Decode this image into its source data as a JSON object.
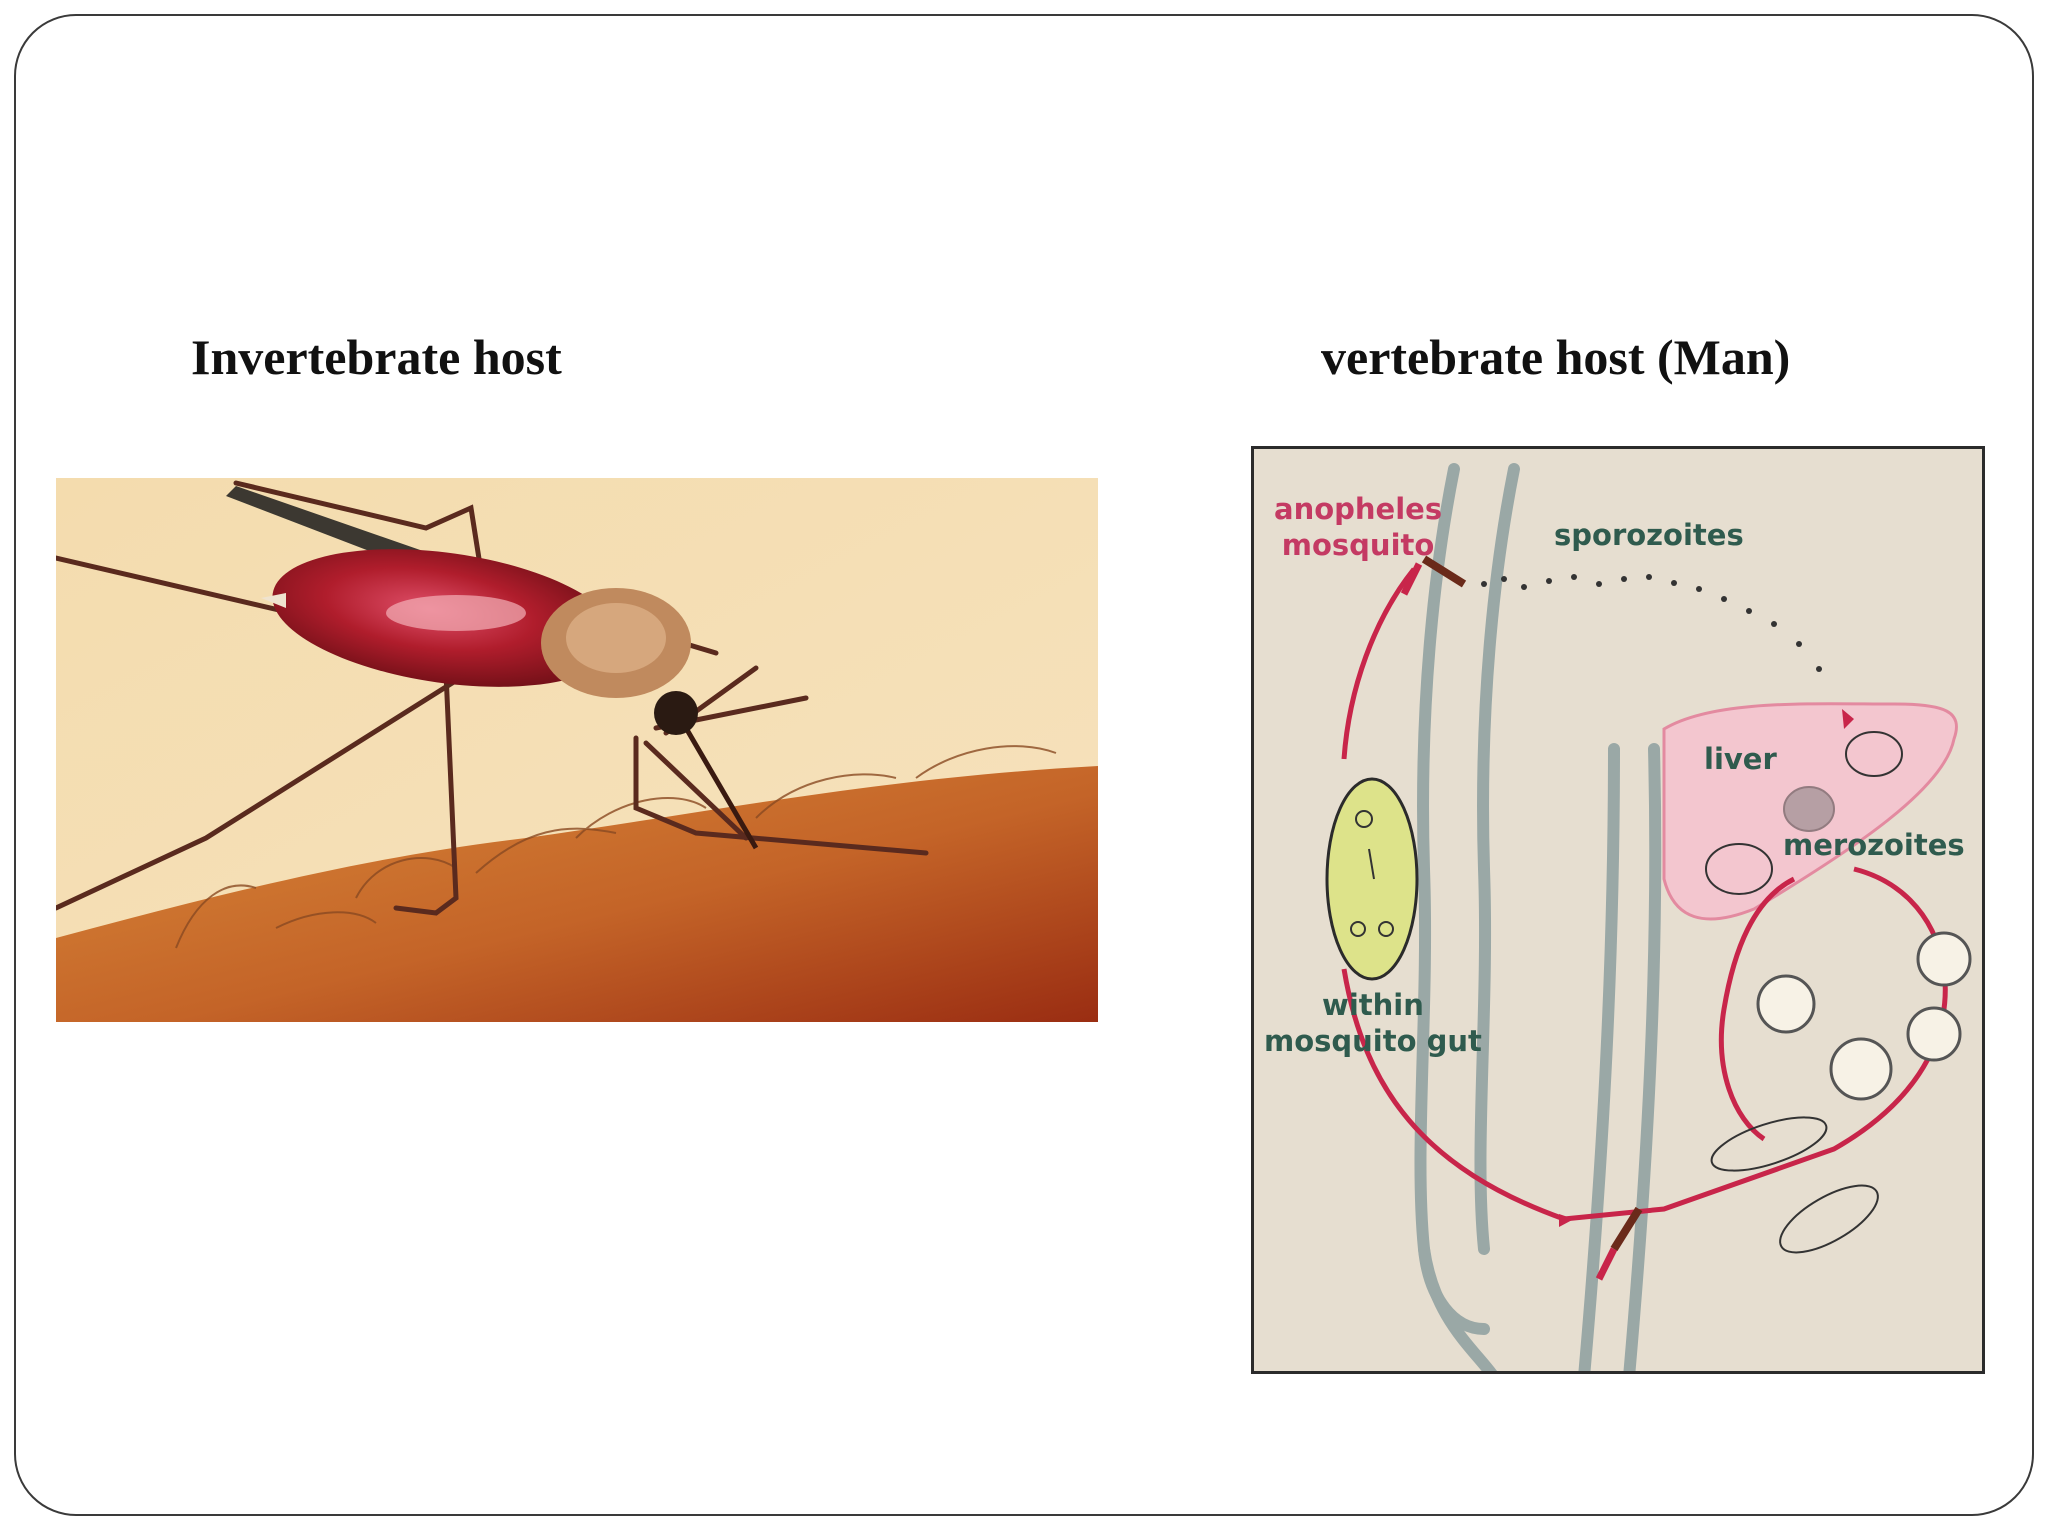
{
  "slide": {
    "left_heading": "Invertebrate host",
    "right_heading": "vertebrate host (Man)"
  },
  "photo": {
    "subject": "mosquito feeding on skin"
  },
  "diagram": {
    "labels": {
      "anopheles_line1": "anopheles",
      "anopheles_line2": "mosquito",
      "sporozoites": "sporozoites",
      "liver": "liver",
      "merozoites": "merozoites",
      "gut_line1": "within",
      "gut_line2": "mosquito gut"
    },
    "colors": {
      "background": "#e6ded0",
      "body_outline": "#9aa8a6",
      "liver": "#f3c6cf",
      "cycle_arrow": "#c8254a",
      "gut_capsule": "#dde38a",
      "pink_label": "#c43a63",
      "green_label": "#2f5b4e"
    }
  }
}
